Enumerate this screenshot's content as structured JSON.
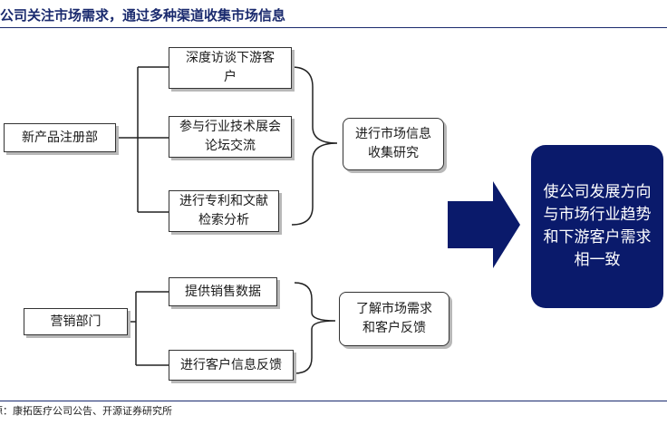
{
  "title": "公司关注市场需求，通过多种渠道收集市场信息",
  "nodes": {
    "new_product_dept": "新产品注册部",
    "deep_interview": "深度访谈下游客户",
    "exhibition": "参与行业技术展会论坛交流",
    "patent_search": "进行专利和文献检索分析",
    "market_info": "进行市场信息收集研究",
    "marketing_dept": "营销部门",
    "sales_data": "提供销售数据",
    "customer_feedback": "进行客户信息反馈",
    "understand_demand": "了解市场需求和客户反馈",
    "goal": "使公司发展方向与市场行业趋势和下游客户需求相一致"
  },
  "source": "源：康拓医疗公司公告、开源证券研究所"
}
